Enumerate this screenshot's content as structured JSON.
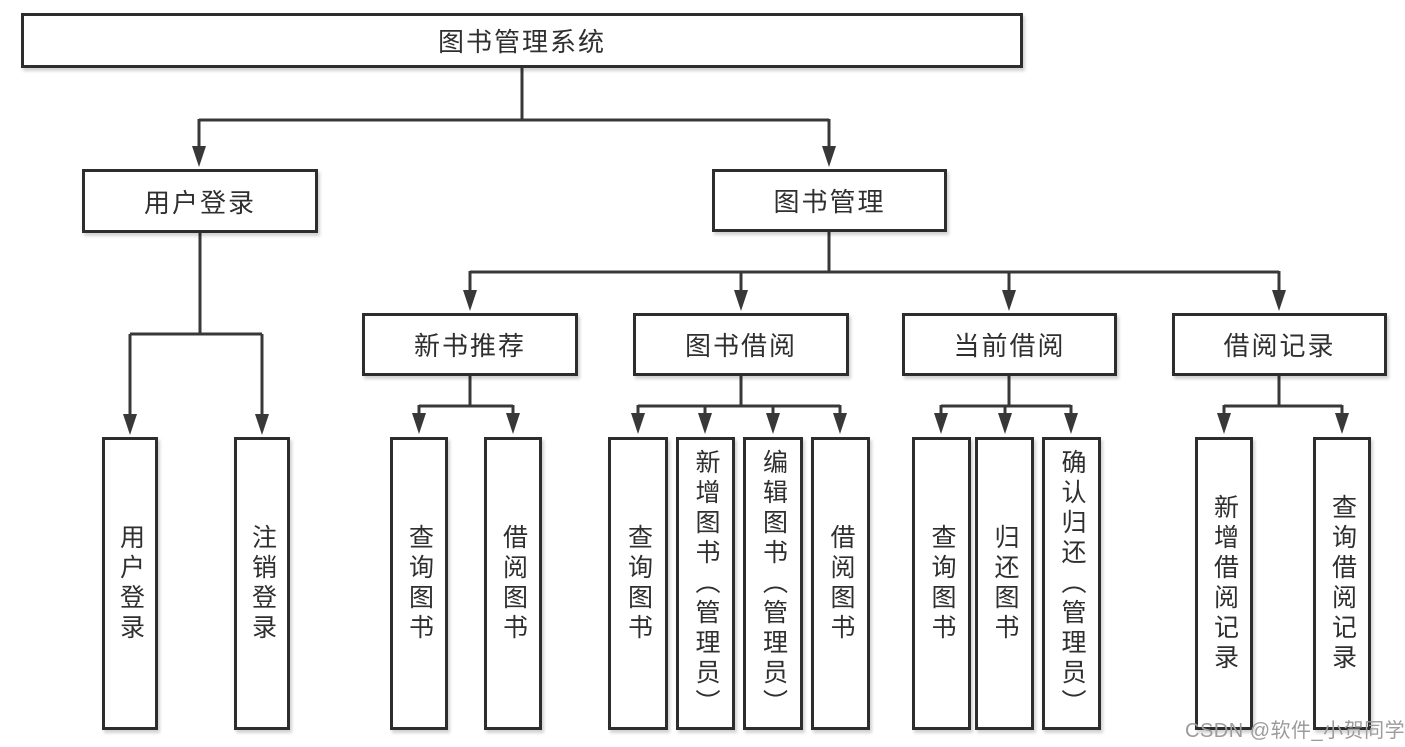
{
  "diagram": {
    "title": "图书管理系统",
    "watermark": "CSDN @软件_小贺同学",
    "colors": {
      "background": "#ffffff",
      "box_border": "#2d2d2d",
      "line": "#383838",
      "text": "#2f2f2f",
      "watermark": "#9c9c9c"
    },
    "nodes": {
      "root": {
        "label": "图书管理系统"
      },
      "user_login": {
        "label": "用户登录"
      },
      "book_mgmt": {
        "label": "图书管理"
      },
      "new_book_rec": {
        "label": "新书推荐"
      },
      "book_borrow": {
        "label": "图书借阅"
      },
      "current_borrow": {
        "label": "当前借阅"
      },
      "borrow_records": {
        "label": "借阅记录"
      },
      "leaf_user_login": {
        "label": "用户登录"
      },
      "leaf_logout": {
        "label": "注销登录"
      },
      "leaf_nb_query": {
        "label": "查询图书"
      },
      "leaf_nb_borrow": {
        "label": "借阅图书"
      },
      "leaf_bb_query": {
        "label": "查询图书"
      },
      "leaf_bb_add": {
        "label": "新增图书（管理员）"
      },
      "leaf_bb_edit": {
        "label": "编辑图书（管理员）"
      },
      "leaf_bb_borrow": {
        "label": "借阅图书"
      },
      "leaf_cb_query": {
        "label": "查询图书"
      },
      "leaf_cb_return": {
        "label": "归还图书"
      },
      "leaf_cb_confirm": {
        "label": "确认归还（管理员）"
      },
      "leaf_br_add": {
        "label": "新增借阅记录"
      },
      "leaf_br_query": {
        "label": "查询借阅记录"
      }
    },
    "edges": [
      {
        "from": "root",
        "to": [
          "user_login",
          "book_mgmt"
        ]
      },
      {
        "from": "user_login",
        "to": [
          "leaf_user_login",
          "leaf_logout"
        ]
      },
      {
        "from": "book_mgmt",
        "to": [
          "new_book_rec",
          "book_borrow",
          "current_borrow",
          "borrow_records"
        ]
      },
      {
        "from": "new_book_rec",
        "to": [
          "leaf_nb_query",
          "leaf_nb_borrow"
        ]
      },
      {
        "from": "book_borrow",
        "to": [
          "leaf_bb_query",
          "leaf_bb_add",
          "leaf_bb_edit",
          "leaf_bb_borrow"
        ]
      },
      {
        "from": "current_borrow",
        "to": [
          "leaf_cb_query",
          "leaf_cb_return",
          "leaf_cb_confirm"
        ]
      },
      {
        "from": "borrow_records",
        "to": [
          "leaf_br_add",
          "leaf_br_query"
        ]
      }
    ]
  }
}
